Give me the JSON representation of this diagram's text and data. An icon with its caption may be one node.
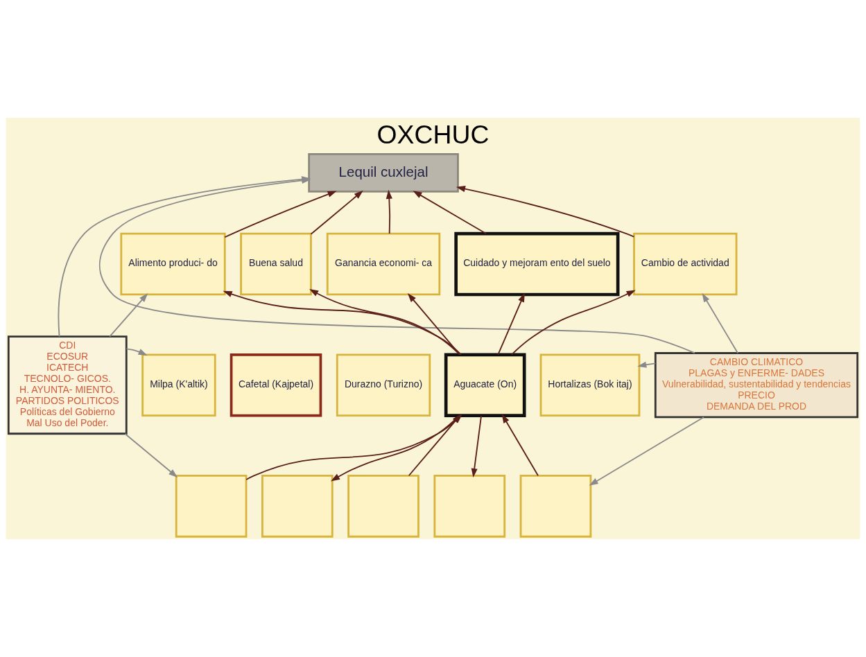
{
  "diagram": {
    "title": "OXCHUC",
    "nodes": [
      {
        "text": [
          "Lequil cuxlejal"
        ]
      },
      {
        "text": [
          "CDI",
          "ECOSUR",
          "ICATECH",
          "TECNOLO- GICOS.",
          "H. AYUNTA- MIENTO.",
          "PARTIDOS POLITICOS",
          "Políticas del Gobierno",
          "Mal Uso del Poder."
        ]
      },
      {
        "text": [
          "CAMBIO CLIMATICO",
          "PLAGAS y ENFERME- DADES",
          "Vulnerabilidad, sustentabilidad y tendencias",
          "PRECIO",
          "DEMANDA DEL PROD"
        ]
      },
      {
        "text": [
          "Alimento produci- do"
        ]
      },
      {
        "text": [
          "Buena salud"
        ]
      },
      {
        "text": [
          "Ganancia economi- ca"
        ]
      },
      {
        "text": [
          "Cuidado y mejoram ento del suelo"
        ]
      },
      {
        "text": [
          "Cambio de actividad"
        ]
      },
      {
        "text": [
          "Milpa (K'altik)"
        ]
      },
      {
        "text": [
          "Cafetal (Kajpetal)"
        ]
      },
      {
        "text": [
          "Durazno (Turizno)"
        ]
      },
      {
        "text": [
          "Aguacate (On)"
        ]
      },
      {
        "text": [
          "Hortalizas (Bok itaj)"
        ]
      },
      {
        "text": [],
        "shape": "box"
      },
      {
        "text": [],
        "shape": "box"
      },
      {
        "text": [],
        "shape": "box"
      },
      {
        "text": [],
        "shape": "box"
      },
      {
        "text": [],
        "shape": "box"
      }
    ],
    "edges": [
      {
        "from": 3,
        "to": 0,
        "arrow": "to"
      },
      {
        "from": 4,
        "to": 0,
        "arrow": "to"
      },
      {
        "from": 5,
        "to": 0,
        "arrow": "to"
      },
      {
        "from": 6,
        "to": 0,
        "arrow": "to"
      },
      {
        "from": 7,
        "to": 0,
        "arrow": "to"
      },
      {
        "from": 11,
        "to": 3,
        "arrow": "to"
      },
      {
        "from": 11,
        "to": 4,
        "arrow": "to"
      },
      {
        "from": 11,
        "to": 5,
        "arrow": "to"
      },
      {
        "from": 11,
        "to": 6,
        "arrow": "to"
      },
      {
        "from": 11,
        "to": 7,
        "arrow": "to"
      },
      {
        "from": 13,
        "to": 11,
        "arrow": "to"
      },
      {
        "from": 11,
        "to": 14,
        "arrow": "to"
      },
      {
        "from": 15,
        "to": 11,
        "arrow": "to"
      },
      {
        "from": 11,
        "to": 16,
        "arrow": "to"
      },
      {
        "from": 17,
        "to": 11,
        "arrow": "to"
      },
      {
        "from": 1,
        "to": 0,
        "arrow": "to",
        "color": "#8a8a8a"
      },
      {
        "from": 1,
        "to": 3,
        "arrow": "to",
        "color": "#8a8a8a"
      },
      {
        "from": 1,
        "to": 8,
        "arrow": "to",
        "color": "#8a8a8a"
      },
      {
        "from": 1,
        "to": 13,
        "arrow": "to",
        "color": "#8a8a8a"
      },
      {
        "from": 2,
        "to": 0,
        "arrow": "to",
        "color": "#8a8a8a"
      },
      {
        "from": 2,
        "to": 7,
        "arrow": "to",
        "color": "#8a8a8a"
      },
      {
        "from": 2,
        "to": 12,
        "arrow": "to",
        "color": "#8a8a8a"
      },
      {
        "from": 2,
        "to": 17,
        "arrow": "to",
        "color": "#8a8a8a"
      }
    ]
  }
}
